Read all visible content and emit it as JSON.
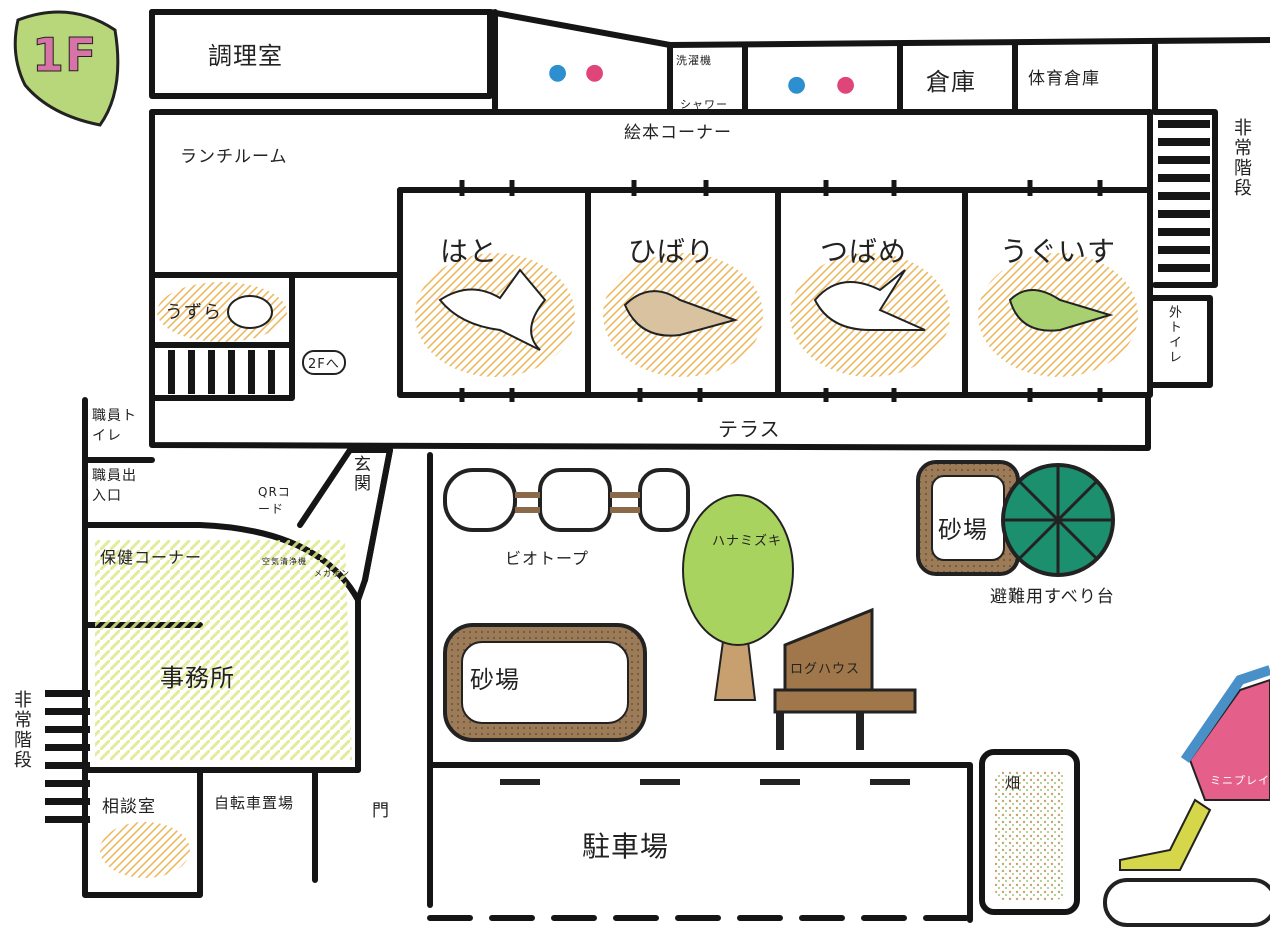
{
  "floor_badge": "1F",
  "rooms": {
    "kitchen": "調理室",
    "washer": "洗濯機",
    "shower": "シャワー",
    "storage": "倉庫",
    "pe_storage": "体育倉庫",
    "picture_book": "絵本コーナー",
    "lunch_room": "ランチルーム",
    "emergency_stairs_right": "非常階段",
    "emergency_stairs_left": "非常階段",
    "class_hato": "はと",
    "class_hibari": "ひばり",
    "class_tsubame": "つばめ",
    "class_uguisu": "うぐいす",
    "class_uzura": "うずら",
    "to_2f": "2Fへ",
    "outdoor_toilet": "外トイレ",
    "staff_toilet": "職員トイレ",
    "staff_entrance": "職員出入口",
    "terrace": "テラス",
    "qr_code": "QRコード",
    "entrance": "玄関",
    "health_corner": "保健コーナー",
    "office": "事務所",
    "air_purifier": "空気清浄機",
    "speaker": "メガホン",
    "biotope": "ビオトープ",
    "dogwood": "ハナミズキ",
    "sandbox_main": "砂場",
    "sandbox_right": "砂場",
    "log_house": "ログハウス",
    "evac_slide": "避難用すべり台",
    "consult_room": "相談室",
    "bike_parking": "自転車置場",
    "gate": "門",
    "parking": "駐車場",
    "field": "畑",
    "mini_play": "ミニプレイ"
  },
  "colors": {
    "wall": "#151515",
    "badge_leaf": "#b8d77a",
    "badge_text": "#d873a8",
    "nest": "#e9a93a",
    "grass": "#dfe98a",
    "sand": "#8a6a49",
    "tree": "#a9d35f",
    "slide": "#1c8f6e",
    "house_roof": "#4a90c8",
    "house_wall": "#e45f8a"
  }
}
